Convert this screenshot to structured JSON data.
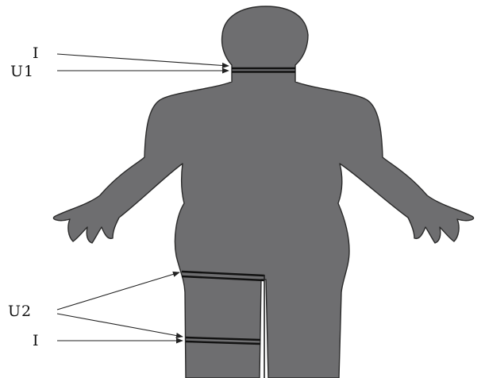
{
  "labels": {
    "neck_current": "I",
    "neck_voltage": "U1",
    "thigh_voltage": "U2",
    "lower_current": "I"
  },
  "colors": {
    "body_fill": "#6e6e70",
    "outline": "#2a2a2a",
    "electrode": "#111111",
    "arrow": "#222222",
    "background": "#ffffff"
  }
}
